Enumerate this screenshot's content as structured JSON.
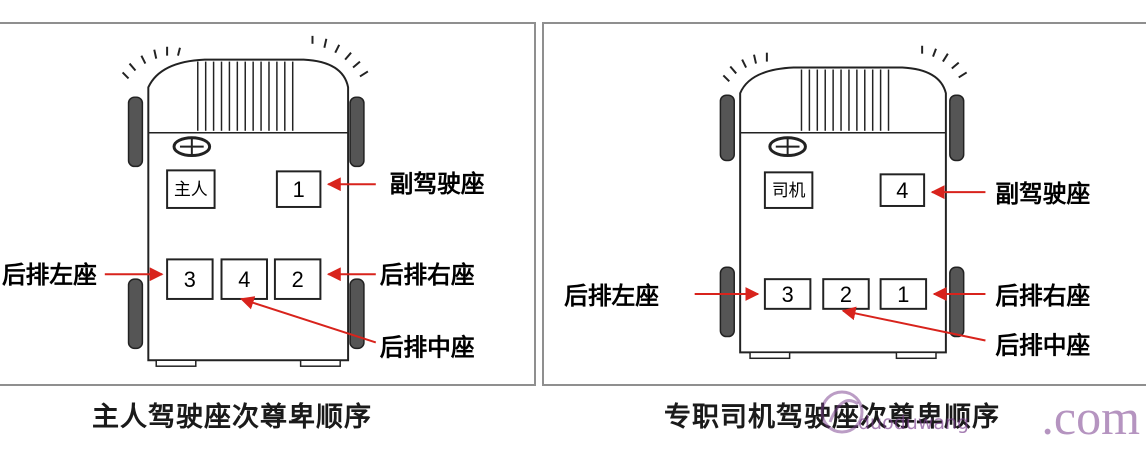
{
  "left_diagram": {
    "front_seat_text": "主人",
    "front_seat_number": "1",
    "rear_seats": [
      "3",
      "4",
      "2"
    ],
    "callouts": {
      "front_passenger": "副驾驶座",
      "rear_left": "后排左座",
      "rear_right": "后排右座",
      "rear_middle": "后排中座"
    },
    "caption": "主人驾驶座次尊卑顺序"
  },
  "right_diagram": {
    "front_seat_text": "司机",
    "front_seat_number": "4",
    "rear_seats": [
      "3",
      "2",
      "1"
    ],
    "callouts": {
      "front_passenger": "副驾驶座",
      "rear_left": "后排左座",
      "rear_right": "后排右座",
      "rear_middle": "后排中座"
    },
    "caption": "专职司机驾驶座次尊卑顺序"
  },
  "watermark": {
    "domain": "duoduwang",
    "tld": ".com"
  },
  "colors": {
    "arrow": "#d8231c",
    "outline": "#222222",
    "panel_border": "#8f8f8f"
  }
}
